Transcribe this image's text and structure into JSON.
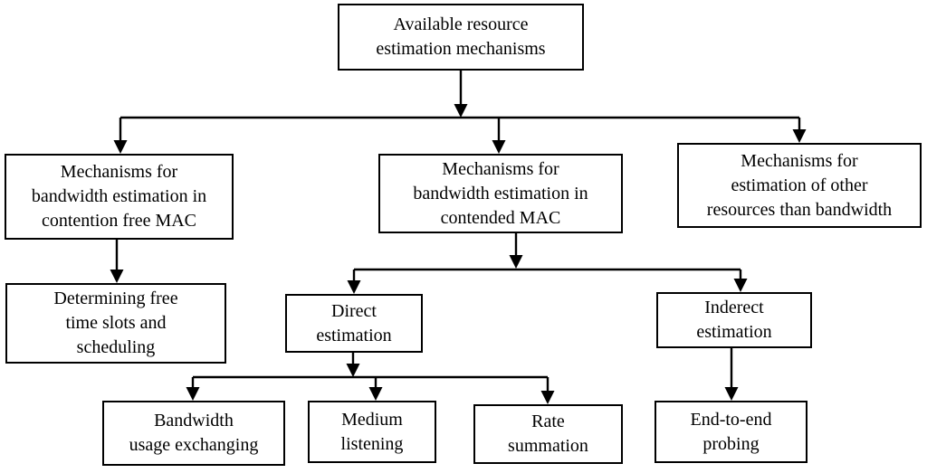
{
  "figure": {
    "type": "flowchart-tree",
    "background_color": "#ffffff",
    "line_color": "#000000",
    "text_color": "#000000"
  },
  "nodes": [
    {
      "id": "root",
      "label": "Available resource\nestimation mechanisms"
    },
    {
      "id": "contention-free-mac",
      "label": "Mechanisms for\nbandwidth estimation in\ncontention free MAC"
    },
    {
      "id": "contended-mac",
      "label": "Mechanisms for\nbandwidth estimation in\ncontended MAC"
    },
    {
      "id": "other-resources",
      "label": "Mechanisms for\nestimation of other\nresources than bandwidth"
    },
    {
      "id": "free-time-slots",
      "label": "Determining free\ntime slots and\nscheduling"
    },
    {
      "id": "direct-estimation",
      "label": "Direct\nestimation"
    },
    {
      "id": "indirect-estimation",
      "label": "Inderect\nestimation"
    },
    {
      "id": "bandwidth-usage-exchanging",
      "label": "Bandwidth\nusage exchanging"
    },
    {
      "id": "medium-listening",
      "label": "Medium\nlistening"
    },
    {
      "id": "rate-summation",
      "label": "Rate\nsummation"
    },
    {
      "id": "end-to-end-probing",
      "label": "End-to-end\nprobing"
    }
  ],
  "edges": [
    {
      "from": "root",
      "to": "contention-free-mac"
    },
    {
      "from": "root",
      "to": "contended-mac"
    },
    {
      "from": "root",
      "to": "other-resources"
    },
    {
      "from": "contention-free-mac",
      "to": "free-time-slots"
    },
    {
      "from": "contended-mac",
      "to": "direct-estimation"
    },
    {
      "from": "contended-mac",
      "to": "indirect-estimation"
    },
    {
      "from": "direct-estimation",
      "to": "bandwidth-usage-exchanging"
    },
    {
      "from": "direct-estimation",
      "to": "medium-listening"
    },
    {
      "from": "direct-estimation",
      "to": "rate-summation"
    },
    {
      "from": "indirect-estimation",
      "to": "end-to-end-probing"
    }
  ]
}
